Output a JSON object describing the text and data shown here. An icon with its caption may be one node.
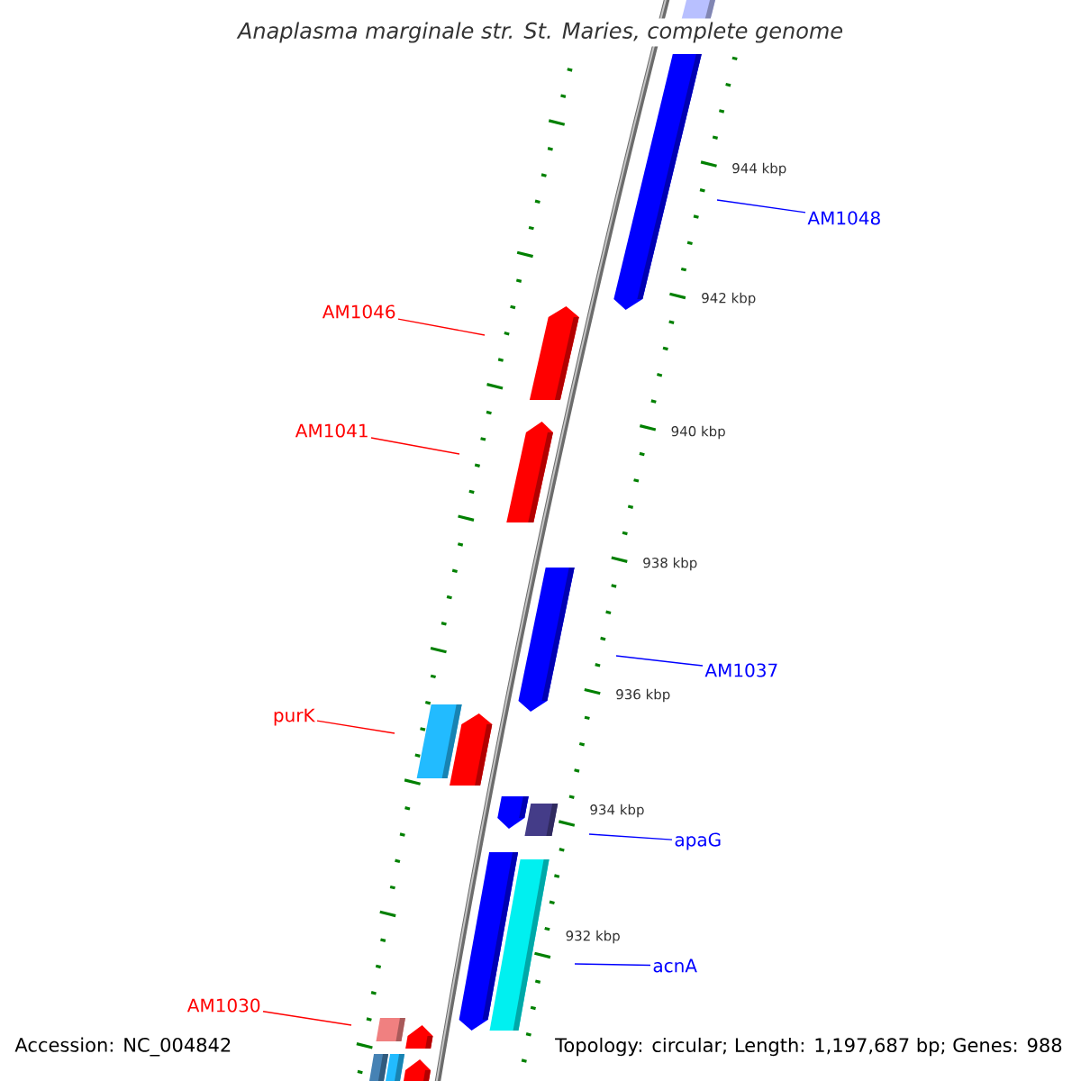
{
  "diagram": {
    "title": "Anaplasma marginale str. St. Maries, complete genome",
    "nodes": [
      {
        "text": [
          "AM1048"
        ]
      },
      {
        "text": [
          "AM1046"
        ]
      },
      {
        "text": [
          "AM1041"
        ]
      },
      {
        "text": [
          "AM1037"
        ]
      },
      {
        "text": [
          "purK"
        ]
      },
      {
        "text": [
          "apaG"
        ]
      },
      {
        "text": [
          "acnA"
        ]
      },
      {
        "text": [
          "AM1030"
        ]
      }
    ],
    "edges": [
      {
        "from": 0,
        "to": null,
        "arrow": "none",
        "color": "#0000ff"
      },
      {
        "from": 1,
        "to": null,
        "arrow": "none",
        "color": "#ff0000"
      },
      {
        "from": 2,
        "to": null,
        "arrow": "none",
        "color": "#ff0000"
      },
      {
        "from": 3,
        "to": null,
        "arrow": "none",
        "color": "#0000ff"
      },
      {
        "from": 4,
        "to": null,
        "arrow": "none",
        "color": "#ff0000"
      },
      {
        "from": 5,
        "to": null,
        "arrow": "none",
        "color": "#0000ff"
      },
      {
        "from": 6,
        "to": null,
        "arrow": "none",
        "color": "#0000ff"
      },
      {
        "from": 7,
        "to": null,
        "arrow": "none",
        "color": "#ff0000"
      }
    ],
    "labels": [
      "944 kbp",
      "942 kbp",
      "940 kbp",
      "938 kbp",
      "936 kbp",
      "934 kbp",
      "932 kbp",
      "Accession: NC_004842",
      "Topology: circular; Length: 1,197,687 bp; Genes: 988"
    ]
  }
}
